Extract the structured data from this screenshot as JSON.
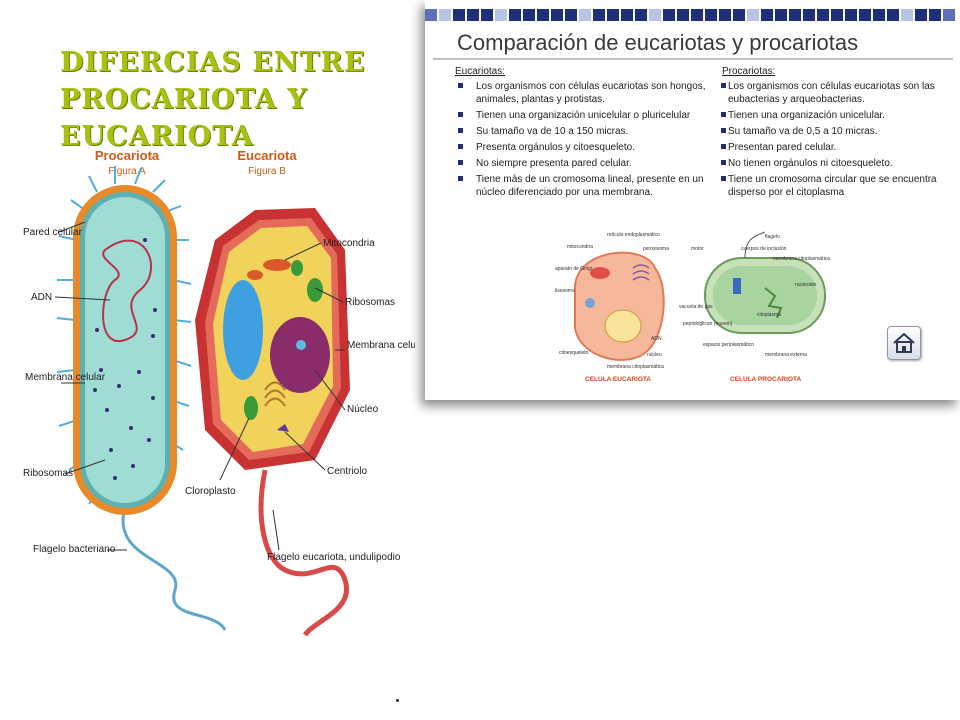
{
  "slide": {
    "title": "Difercias entre procariota y eucariota"
  },
  "figure_left": {
    "prokaryote": {
      "title": "Procariota",
      "subtitle": "Figura A"
    },
    "eukaryote": {
      "title": "Eucariota",
      "subtitle": "Figura B"
    },
    "labels": {
      "pared_celular": "Pared celular",
      "adn": "ADN",
      "membrana_celular_a": "Membrana celular",
      "ribosomas_a": "Ribosomas",
      "flagelo_bacteriano": "Flagelo bacteriano",
      "mitocondria": "Mitocondria",
      "ribosomas_b": "Ribosomas",
      "membrana_celular_b": "Membrana celular",
      "nucleo": "Núcleo",
      "centriolo": "Centriolo",
      "cloroplasto": "Cloroplasto",
      "flagelo_eucariota": "Flagelo eucariota, undulipodio"
    }
  },
  "panel": {
    "title": "Comparación de eucariotas y procariotas",
    "eukaryotes": {
      "heading": "Eucariotas:",
      "points": [
        "Los organismos con células eucariotas son hongos, animales, plantas y protistas.",
        "Tienen una organización unicelular o pluricelular",
        "Su tamaño va de 10 a 150 micras.",
        "Presenta orgánulos y citoesqueleto.",
        "No siempre presenta pared celular.",
        "Tiene más de un cromosoma lineal, presente en un núcleo diferenciado por una membrana."
      ]
    },
    "prokaryotes": {
      "heading": "Procariotas:",
      "points": [
        "Los organismos con células eucariotas son las eubacterias y arqueobacterias.",
        "Tienen una organización unicelular.",
        "Su tamaño va de 0,5 a 10 micras.",
        "Presentan pared celular.",
        "No tienen orgánulos ni citoesqueleto.",
        "Tiene un cromosoma circular que se encuentra disperso por el citoplasma"
      ]
    },
    "mini_figure": {
      "euk_caption": "CELULA EUCARIOTA",
      "pro_caption": "CELULA PROCARIOTA",
      "euk_labels": [
        "retículo endoplasmático",
        "mitocondria",
        "peroxisoma",
        "aparato de Golgi",
        "lisosoma",
        "ADN",
        "citoesqueleto",
        "núcleo",
        "membrana citoplasmática"
      ],
      "pro_labels": [
        "flagelo",
        "motor",
        "cuerpos de inclusión",
        "membrana citoplasmática",
        "nucleoide",
        "vacuola de gas",
        "peptidoglican (murein)",
        "citoplasma",
        "espacio periplasmático",
        "membrana externa"
      ]
    },
    "home_icon": "home-icon"
  },
  "colors": {
    "title_green": "#a8c010",
    "accent_orange": "#d05a14",
    "navy": "#1f2f7a"
  }
}
